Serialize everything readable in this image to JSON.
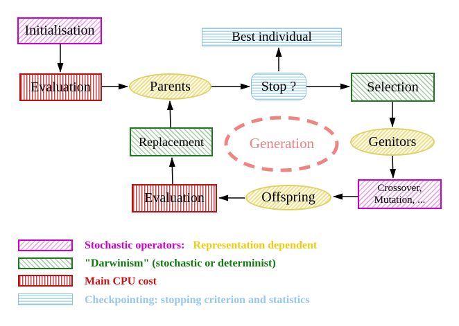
{
  "nodes": {
    "initialisation": "Initialisation",
    "evaluation_top": "Evaluation",
    "parents": "Parents",
    "best_individual": "Best individual",
    "stop": "Stop ?",
    "selection": "Selection",
    "genitors": "Genitors",
    "crossover_line1": "Crossover,",
    "crossover_line2": "Mutation, ...",
    "offspring": "Offspring",
    "evaluation_bottom": "Evaluation",
    "replacement": "Replacement",
    "generation": "Generation"
  },
  "legend": {
    "items": [
      {
        "label": "Stochastic operators:",
        "label2": "Representation dependent",
        "swatch": "magenta-diagonal-hatch"
      },
      {
        "label": "\"Darwinism\" (stochastic or determinist)",
        "swatch": "green-diagonal-hatch"
      },
      {
        "label": "Main CPU cost",
        "swatch": "red-vertical-stripes"
      },
      {
        "label": "Checkpointing: stopping criterion and statistics",
        "swatch": "cyan-horizontal-stripes"
      }
    ]
  },
  "colors": {
    "magenta": "#cc00cc",
    "green": "#1a7a1a",
    "red": "#bb1111",
    "cyan_border": "#8cc0d8",
    "yellow_ellipse_border": "#decf68",
    "gold_text": "#eecc11",
    "light_blue_text": "#99c8e8",
    "salmon": "#ee8585",
    "arrow": "#000000"
  }
}
